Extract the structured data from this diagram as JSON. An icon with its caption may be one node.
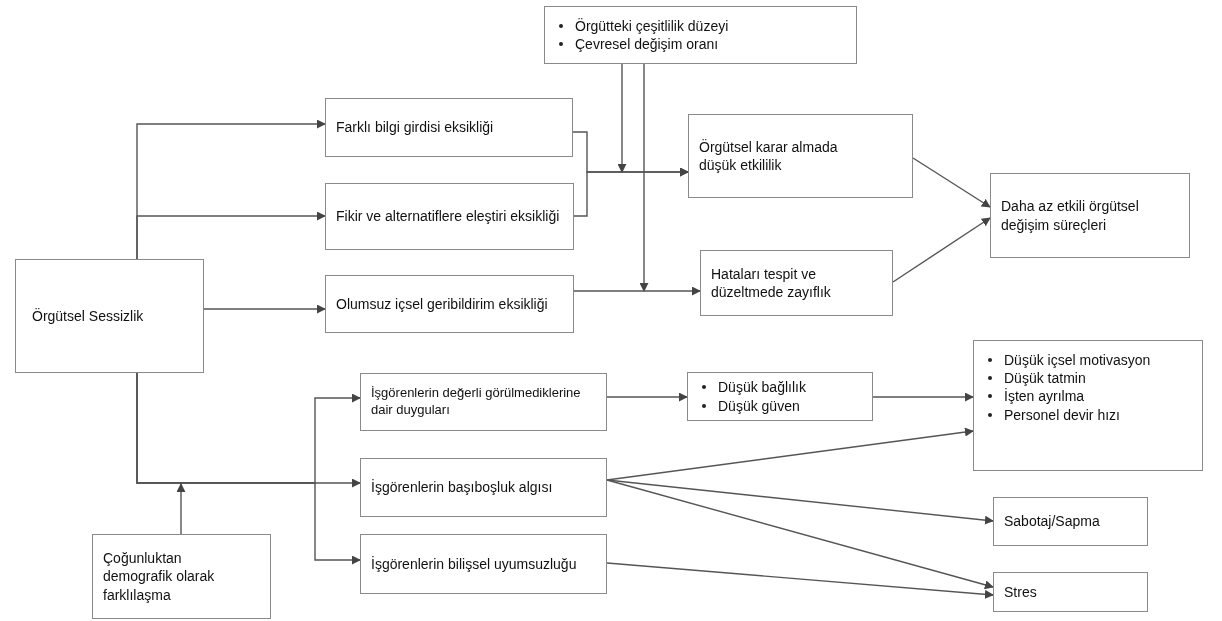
{
  "diagram": {
    "nodes": [
      {
        "text": [
          "Örgütsel Sessizlik"
        ]
      },
      {
        "text": [
          "Farklı bilgi girdisi eksikliği"
        ]
      },
      {
        "text": [
          "Fikir ve alternatiflere eleştiri eksikliği"
        ]
      },
      {
        "text": [
          "Olumsuz içsel geribildirim eksikliği"
        ]
      },
      {
        "text": [
          "Örgütteki çeşitlilik düzeyi",
          "Çevresel değişim oranı"
        ]
      },
      {
        "text": [
          "Örgütsel karar almada düşük etkililik"
        ]
      },
      {
        "text": [
          "Hataları tespit ve düzeltmede zayıflık"
        ]
      },
      {
        "text": [
          "Daha az etkili örgütsel değişim süreçleri"
        ]
      },
      {
        "text": [
          "İşgörenlerin değerli görülmediklerine dair duyguları"
        ]
      },
      {
        "text": [
          "İşgörenlerin başıboşluk algısı"
        ]
      },
      {
        "text": [
          "İşgörenlerin bilişsel uyumsuzluğu"
        ]
      },
      {
        "text": [
          "Çoğunluktan demografik olarak farklılaşma"
        ]
      },
      {
        "text": [
          "Düşük bağlılık",
          "Düşük güven"
        ]
      },
      {
        "text": [
          "Düşük içsel motivasyon",
          "Düşük tatmin",
          "İşten ayrılma",
          "Personel devir hızı"
        ]
      },
      {
        "text": [
          "Sabotaj/Sapma"
        ]
      },
      {
        "text": [
          "Stres"
        ]
      }
    ],
    "edges": [
      {
        "from": 0,
        "to": 1,
        "arrow": "to"
      },
      {
        "from": 0,
        "to": 2,
        "arrow": "to"
      },
      {
        "from": 0,
        "to": 3,
        "arrow": "to"
      },
      {
        "from": 1,
        "to": 5,
        "arrow": "to"
      },
      {
        "from": 2,
        "to": 5,
        "arrow": "to"
      },
      {
        "from": 4,
        "to": null,
        "arrow": "to"
      },
      {
        "from": 4,
        "to": null,
        "arrow": "to"
      },
      {
        "from": 3,
        "to": 6,
        "arrow": "to"
      },
      {
        "from": 5,
        "to": 7,
        "arrow": "to"
      },
      {
        "from": 6,
        "to": 7,
        "arrow": "to"
      },
      {
        "from": 0,
        "to": 8,
        "arrow": "to"
      },
      {
        "from": 0,
        "to": 9,
        "arrow": "to"
      },
      {
        "from": 0,
        "to": 10,
        "arrow": "to"
      },
      {
        "from": 11,
        "to": null,
        "arrow": "to"
      },
      {
        "from": 8,
        "to": 12,
        "arrow": "to"
      },
      {
        "from": 12,
        "to": 13,
        "arrow": "to"
      },
      {
        "from": 9,
        "to": 13,
        "arrow": "to"
      },
      {
        "from": 9,
        "to": 14,
        "arrow": "to"
      },
      {
        "from": 9,
        "to": 15,
        "arrow": "to"
      },
      {
        "from": 10,
        "to": 15,
        "arrow": "to"
      }
    ]
  }
}
